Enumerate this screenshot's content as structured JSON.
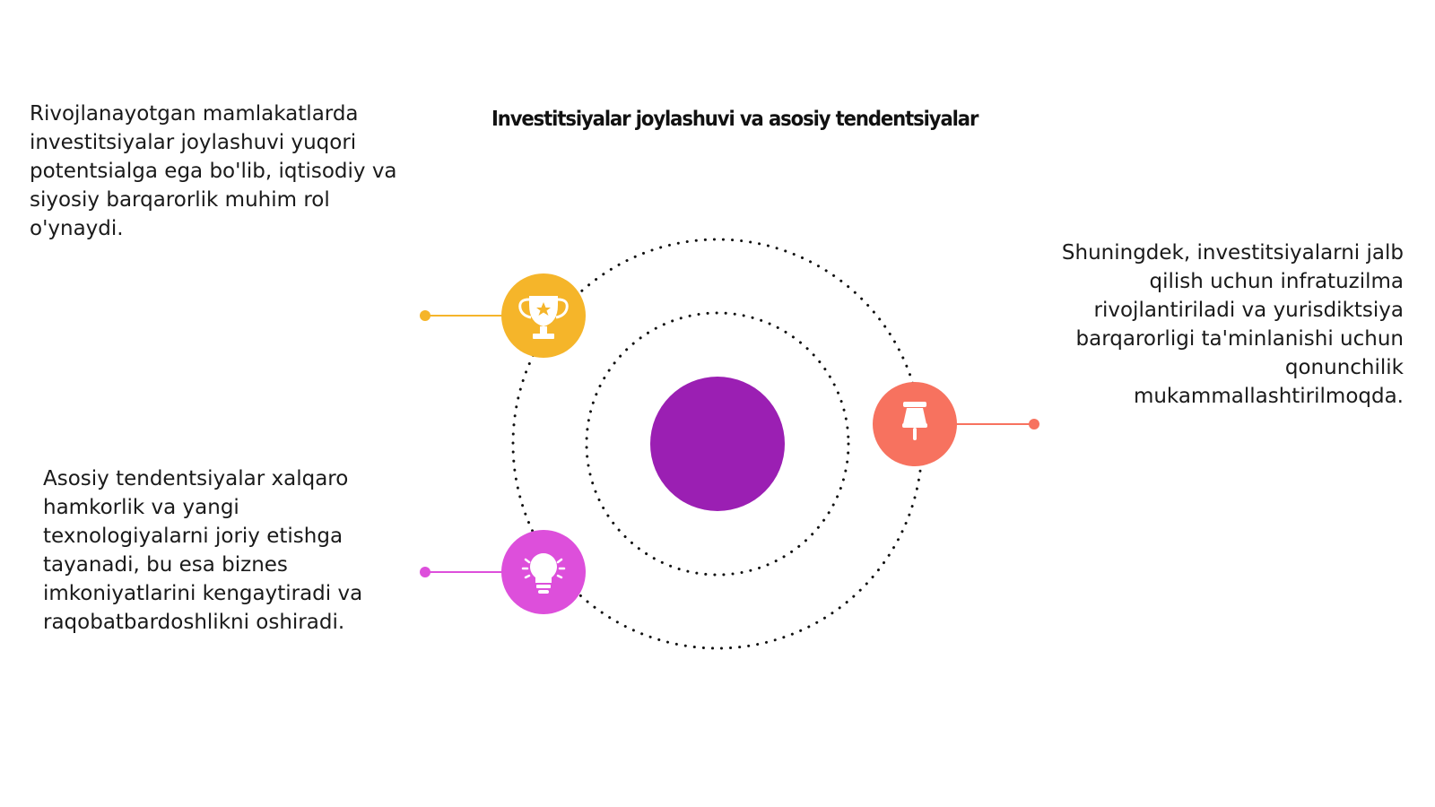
{
  "title": "Investitsiyalar joylashuvi va asosiy tendentsiyalar",
  "items": [
    {
      "icon": "trophy-icon",
      "color": "#F5B52A",
      "text": "Rivojlanayotgan mamlakatlarda investitsiyalar joylashuvi yuqori potentsialga ega bo'lib, iqtisodiy va siyosiy barqarorlik muhim rol o'ynaydi."
    },
    {
      "icon": "pushpin-icon",
      "color": "#F7725F",
      "text": "Shuningdek, investitsiyalarni jalb qilish uchun infratuzilma rivojlantiriladi va yurisdiktsiya barqarorligi ta'minlanishi uchun qonunchilik mukammallashtirilmoqda."
    },
    {
      "icon": "lightbulb-icon",
      "color": "#DD4FDB",
      "text": "Asosiy tendentsiyalar xalqaro hamkorlik va yangi texnologiyalarni joriy etishga tayanadi, bu esa biznes imkoniyatlarini kengaytiradi va raqobatbardoshlikni oshiradi."
    }
  ],
  "center": {
    "color": "#9B1FB3"
  }
}
